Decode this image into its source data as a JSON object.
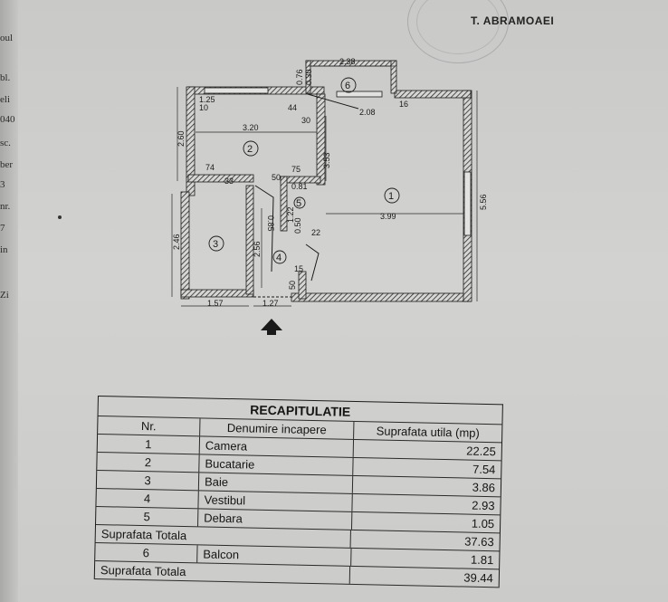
{
  "header": {
    "signer": "T. ABRAMOAEI"
  },
  "edge_fragments": [
    "oul",
    "bl.",
    "eli",
    "040",
    "sc.",
    "ber",
    "3",
    "nr.",
    "7",
    "in",
    "Zi"
  ],
  "plan": {
    "rooms": [
      "1",
      "2",
      "3",
      "4",
      "5",
      "6"
    ],
    "dims": {
      "d238": "2.38",
      "d076": "0.76",
      "d030a": "0.30",
      "d208": "2.08",
      "d16": "16",
      "d125": "1.25",
      "d10": "10",
      "d44": "44",
      "d30": "30",
      "d320": "3.20",
      "d260": "2.60",
      "d353": "3.53",
      "d74": "74",
      "d33": "33",
      "d50": "50",
      "d75": "75",
      "d081": "0.81",
      "d085": "0.85",
      "d122": "1.22",
      "d399": "3.99",
      "d556": "5.56",
      "d246": "2.46",
      "d256": "2.56",
      "d15": "15",
      "d22": "22",
      "d50b": "50",
      "d157": "1.57",
      "d127": "1.27",
      "d050": "0.50"
    }
  },
  "table": {
    "title": "RECAPITULATIE",
    "headers": {
      "nr": "Nr.",
      "name": "Denumire incapere",
      "area": "Suprafata utila (mp)"
    },
    "rows": [
      {
        "nr": "1",
        "name": "Camera",
        "area": "22.25"
      },
      {
        "nr": "2",
        "name": "Bucatarie",
        "area": "7.54"
      },
      {
        "nr": "3",
        "name": "Baie",
        "area": "3.86"
      },
      {
        "nr": "4",
        "name": "Vestibul",
        "area": "2.93"
      },
      {
        "nr": "5",
        "name": "Debara",
        "area": "1.05"
      }
    ],
    "total1": {
      "label": "Suprafata Totala",
      "area": "37.63"
    },
    "balcony": {
      "nr": "6",
      "name": "Balcon",
      "area": "1.81"
    },
    "total2": {
      "label": "Suprafata Totala",
      "area": "39.44"
    }
  }
}
